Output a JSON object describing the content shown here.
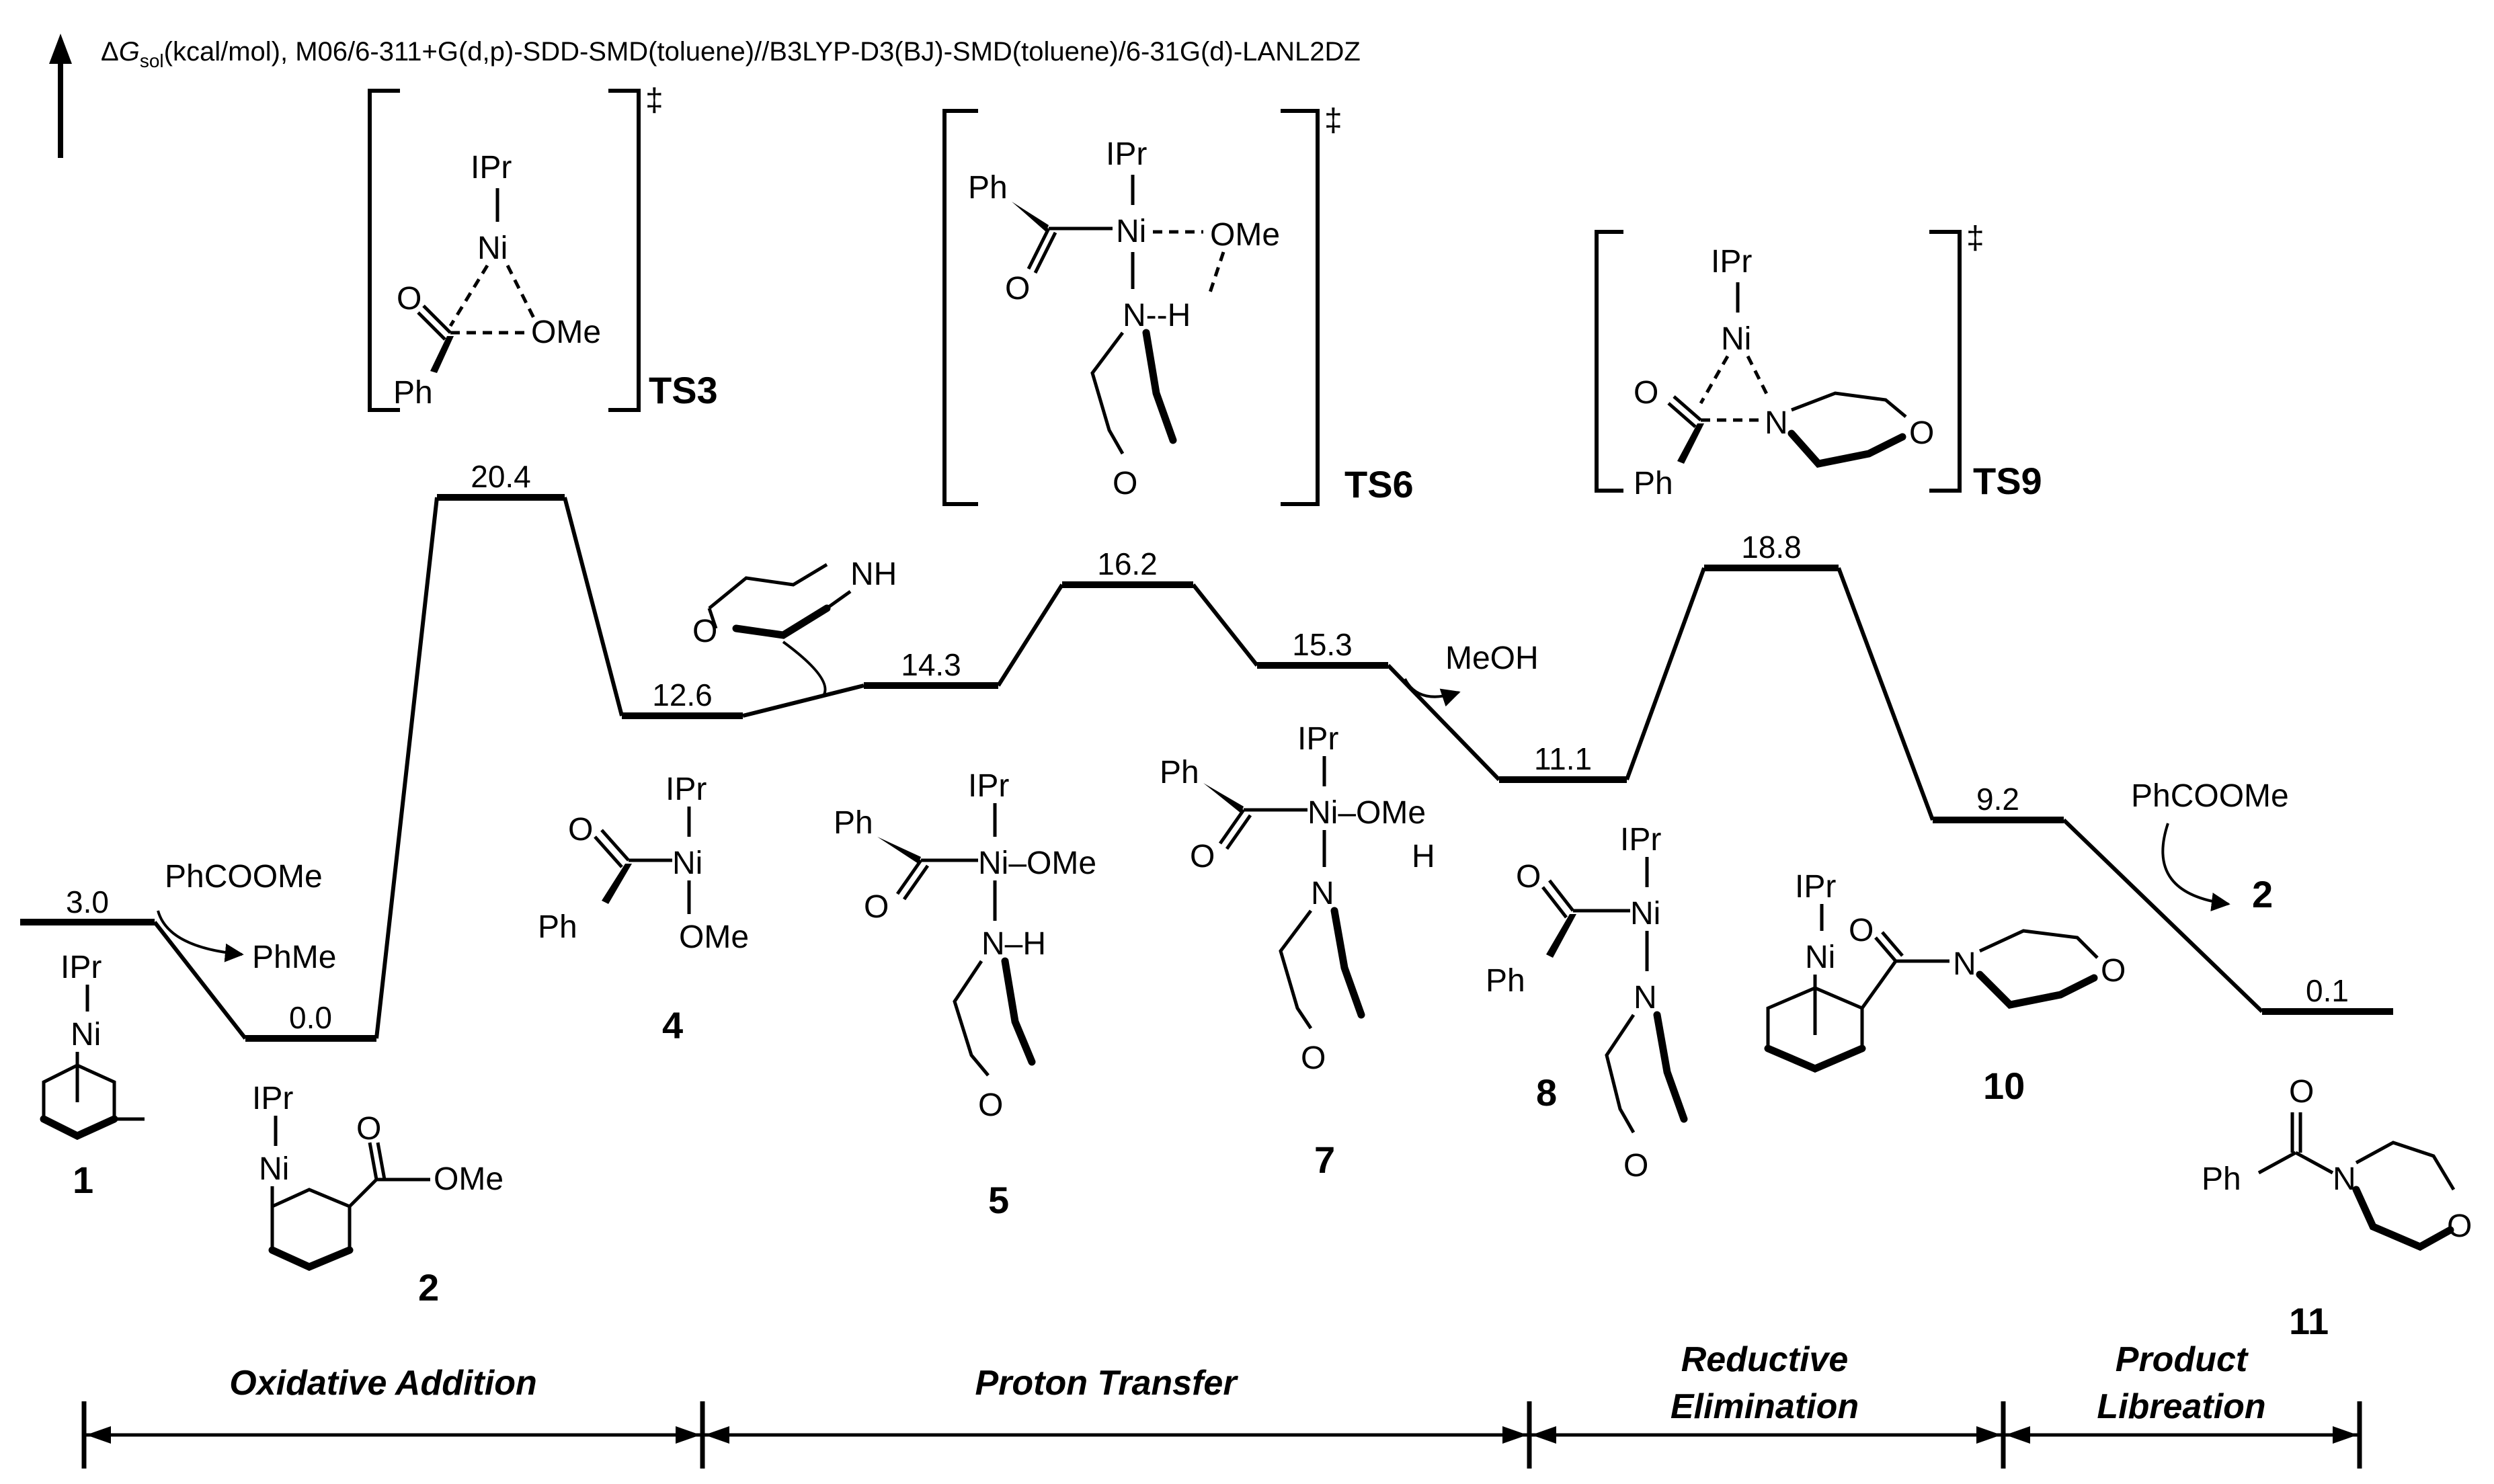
{
  "header": {
    "delta": "Δ",
    "G": "G",
    "sub": "sol",
    "rest": "(kcal/mol), M06/6-311+G(d,p)-SDD-SMD(toluene)//B3LYP-D3(BJ)-SMD(toluene)/6-31G(d)-LANL2DZ"
  },
  "levels": [
    "3.0",
    "0.0",
    "20.4",
    "12.6",
    "14.3",
    "16.2",
    "15.3",
    "11.1",
    "18.8",
    "9.2",
    "0.1"
  ],
  "labels": {
    "c1": "1",
    "c2": "2",
    "ts3": "TS3",
    "c4": "4",
    "c5": "5",
    "ts6": "TS6",
    "c7": "7",
    "c8": "8",
    "ts9": "TS9",
    "c10": "10",
    "c11": "11",
    "dagger": "‡"
  },
  "chem": {
    "ipr": "IPr",
    "ni": "Ni",
    "ph": "Ph",
    "o": "O",
    "ome": "OMe",
    "n": "N",
    "h": "H",
    "nh": "NH",
    "nhbond": "N–H",
    "ndash": "N--H",
    "nitome": "Ni–OMe",
    "phcoome": "PhCOOMe",
    "phme": "PhMe",
    "meoh": "MeOH",
    "two": "2"
  },
  "phases": {
    "oxidative": "Oxidative Addition",
    "proton": "Proton Transfer",
    "reductive_1": "Reductive",
    "reductive_2": "Elimination",
    "product_1": "Product",
    "product_2": "Libreation"
  },
  "chart_data": {
    "type": "diagram",
    "ylabel": "ΔGsol(kcal/mol)",
    "species": [
      "1",
      "2",
      "TS3",
      "4",
      "5",
      "TS6",
      "7",
      "8",
      "TS9",
      "10",
      "11"
    ],
    "energies": [
      3.0,
      0.0,
      20.4,
      12.6,
      14.3,
      16.2,
      15.3,
      11.1,
      18.8,
      9.2,
      0.1
    ]
  }
}
